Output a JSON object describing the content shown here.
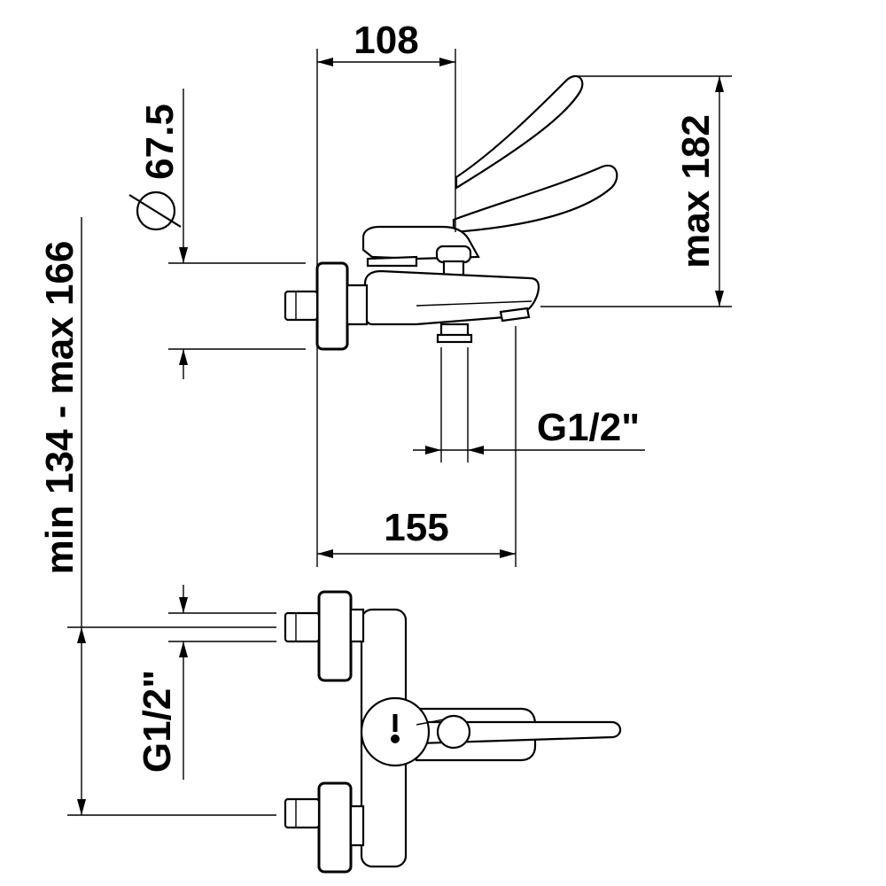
{
  "dimensions": {
    "width_top": "108",
    "height_lever": "max 182",
    "diameter_label": "67.5",
    "diameter_symbol": "∅",
    "outlet_thread": "G1/2\"",
    "width_overall": "155",
    "wall_connection_range": "min 134 - max 166",
    "inlet_thread": "G1/2\""
  },
  "colors": {
    "line": "#000000",
    "background": "#ffffff"
  }
}
